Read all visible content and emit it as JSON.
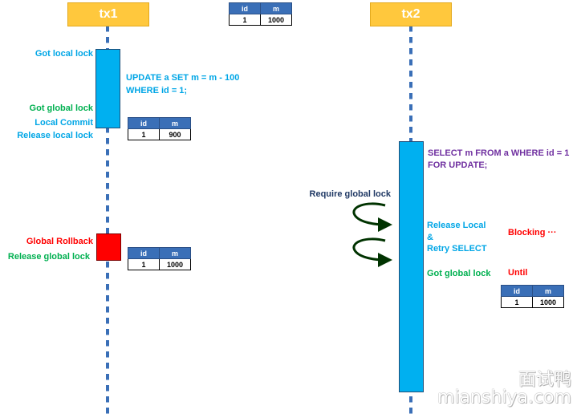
{
  "colors": {
    "lifeline": "#3a6fb7",
    "header_fill": "#ffc83d",
    "local_bar": "#00b0f0",
    "rollback_box": "#ff0000",
    "table_header": "#3a6fb7",
    "arrow": "#003300"
  },
  "tx1": {
    "title": "tx1",
    "got_local_lock": "Got local lock",
    "update_sql": [
      "UPDATE a SET m = m - 100",
      "WHERE id = 1;"
    ],
    "got_global_lock": "Got global lock",
    "local_commit": "Local Commit",
    "release_local_lock": "Release local lock",
    "global_rollback": "Global Rollback",
    "release_global_lock": "Release global lock"
  },
  "tx2": {
    "title": "tx2",
    "select_sql": [
      "SELECT m FROM a WHERE id = 1",
      "FOR UPDATE;"
    ],
    "require_global_lock": "Require global lock",
    "release_local_retry": [
      "Release Local",
      "&",
      "Retry SELECT"
    ],
    "got_global_lock": "Got global lock",
    "blocking": "Blocking ···",
    "until": "Until"
  },
  "tables": {
    "top": {
      "headers": [
        "id",
        "m"
      ],
      "row": [
        "1",
        "1000"
      ]
    },
    "after_update": {
      "headers": [
        "id",
        "m"
      ],
      "row": [
        "1",
        "900"
      ]
    },
    "after_rollback": {
      "headers": [
        "id",
        "m"
      ],
      "row": [
        "1",
        "1000"
      ]
    },
    "tx2_result": {
      "headers": [
        "id",
        "m"
      ],
      "row": [
        "1",
        "1000"
      ]
    }
  },
  "watermark": {
    "chinese": "面试鸭",
    "site": "mianshiya.com"
  }
}
